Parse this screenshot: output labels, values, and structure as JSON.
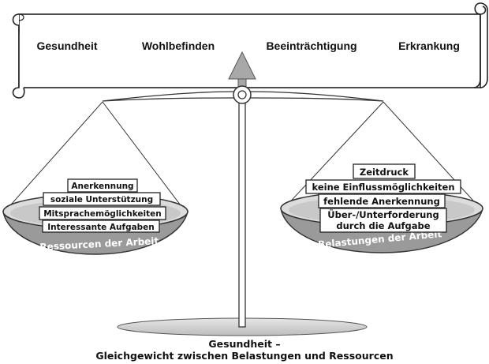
{
  "scale_labels": [
    "Gesundheit",
    "Wohlbefinden",
    "Beeinträchtigung",
    "Erkrankung"
  ],
  "left_pan": {
    "title": "Ressourcen der Arbeit",
    "items": [
      "Anerkennung",
      "soziale Unterstützung",
      "Mitsprachemöglichkeiten",
      "Interessante Aufgaben"
    ]
  },
  "right_pan": {
    "title": "Belastungen der Arbeit",
    "items": [
      "Zeitdruck",
      "keine Einflussmöglichkeiten",
      "fehlende Anerkennung",
      "Über-/Unterforderung",
      "durch die Aufgabe"
    ]
  },
  "caption": {
    "line1": "Gesundheit –",
    "line2": "Gleichgewicht zwischen Belastungen und Ressourcen"
  },
  "colors": {
    "pan_gray": "#9a9a9a",
    "pan_dark": "#7a7a7a",
    "pointer_gray": "#a8a8a8",
    "base_gray": "#cfcfcf"
  }
}
